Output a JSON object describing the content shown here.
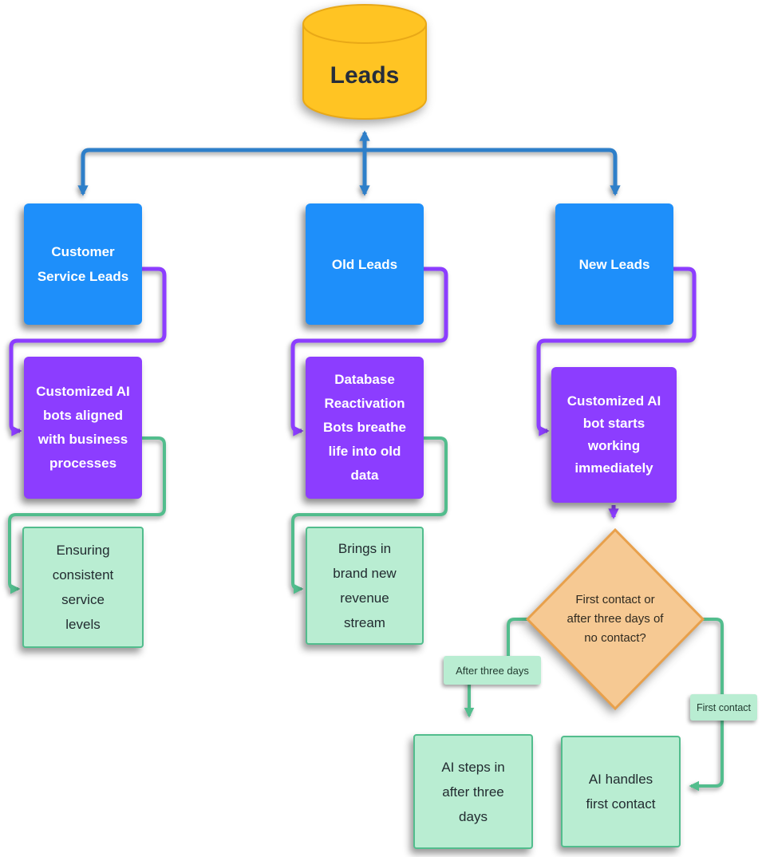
{
  "diagram": {
    "root": {
      "label": "Leads"
    },
    "branches": [
      {
        "source": {
          "label": "Customer Service Leads"
        },
        "process": {
          "label": "Customized AI bots aligned with business processes"
        },
        "outcome": {
          "label": "Ensuring consistent service levels"
        }
      },
      {
        "source": {
          "label": "Old Leads"
        },
        "process": {
          "label": "Database Reactivation Bots breathe life into old data"
        },
        "outcome": {
          "label": "Brings in brand new revenue stream"
        }
      },
      {
        "source": {
          "label": "New Leads"
        },
        "process": {
          "label": "Customized AI bot starts working immediately"
        },
        "decision": {
          "label": "First contact or after three days of no contact?"
        },
        "branch_labels": {
          "after": "After three days",
          "first": "First contact"
        },
        "outcomes": [
          {
            "label": "AI steps in after three days"
          },
          {
            "label": "AI handles first contact"
          }
        ]
      }
    ],
    "colors": {
      "root_fill": "#FFC423",
      "root_stroke": "#E8A817",
      "level1_fill": "#1E8FFA",
      "level2_fill": "#8C3DFF",
      "result_fill": "#B9EDD2",
      "result_border": "#52BD8D",
      "decision_fill": "#F6C993",
      "decision_border": "#E8A04B",
      "connector_blue": "#2E7FC9",
      "connector_purple": "#8C3DFF",
      "connector_green": "#52BD8D"
    }
  }
}
